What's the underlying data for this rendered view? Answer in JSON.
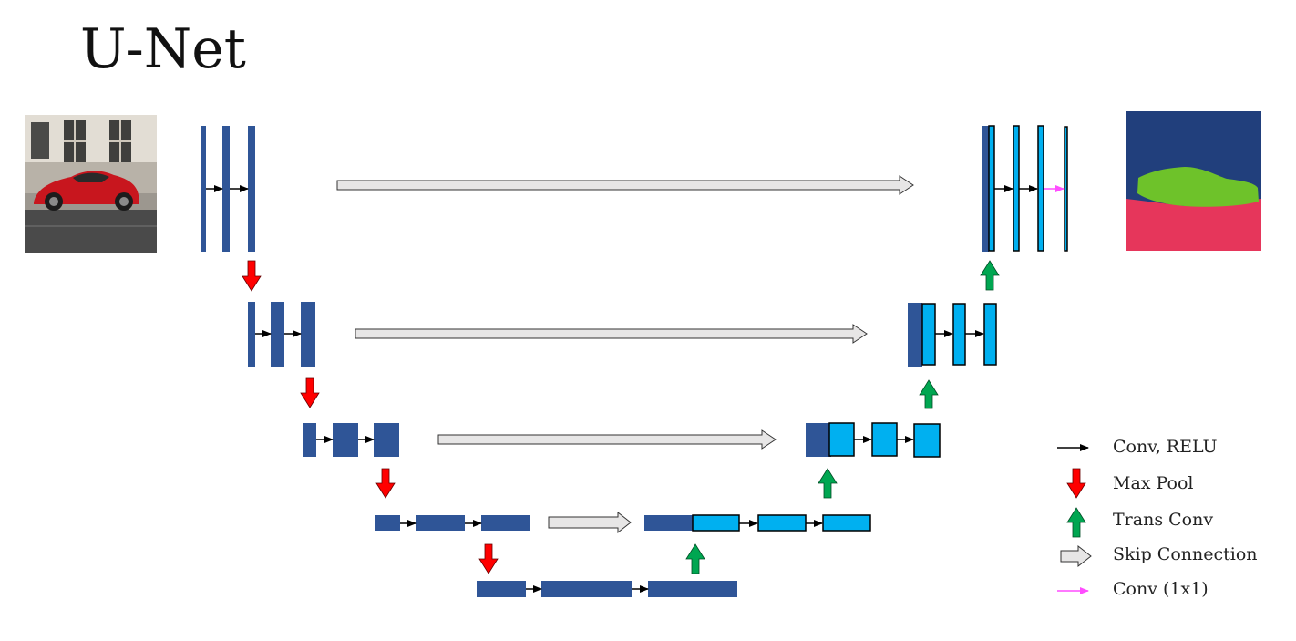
{
  "title": "U-Net",
  "colors": {
    "encoder_block": "#2f5597",
    "decoder_block": "#00b0f0",
    "skip_arrow_fill": "#e7e6e6",
    "skip_arrow_stroke": "#333333",
    "conv_arrow": "#000000",
    "max_pool_arrow": "#ff0000",
    "trans_conv_arrow": "#00a651",
    "conv1x1_arrow": "#ff4dff",
    "mask_sky": "#213f7c",
    "mask_car": "#6ec22a",
    "mask_road": "#e6365b"
  },
  "images": {
    "input": "car-photo",
    "output": "segmentation-mask"
  },
  "legend": [
    {
      "icon": "conv-relu-arrow-icon",
      "label": "Conv, RELU"
    },
    {
      "icon": "max-pool-arrow-icon",
      "label": "Max Pool"
    },
    {
      "icon": "trans-conv-arrow-icon",
      "label": "Trans Conv"
    },
    {
      "icon": "skip-connection-arrow-icon",
      "label": "Skip Connection"
    },
    {
      "icon": "conv-1x1-arrow-icon",
      "label": "Conv (1x1)"
    }
  ]
}
